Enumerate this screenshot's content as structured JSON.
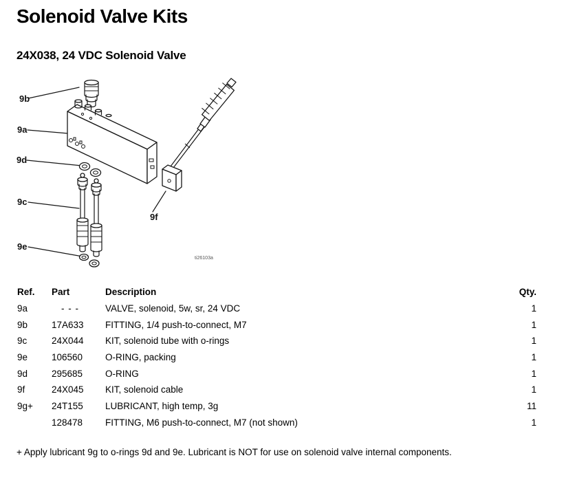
{
  "page": {
    "title": "Solenoid Valve Kits",
    "subtitle": "24X038, 24 VDC Solenoid Valve",
    "figure_id": "ti26103a",
    "footnote": "+ Apply lubricant 9g to o-rings 9d and 9e. Lubricant is NOT for use on solenoid valve internal components."
  },
  "diagram": {
    "callouts": [
      {
        "label": "9b"
      },
      {
        "label": "9a"
      },
      {
        "label": "9d"
      },
      {
        "label": "9c"
      },
      {
        "label": "9e"
      },
      {
        "label": "9f"
      }
    ]
  },
  "table": {
    "headers": {
      "ref": "Ref.",
      "part": "Part",
      "description": "Description",
      "qty": "Qty."
    },
    "rows": [
      {
        "ref": "9a",
        "part": "- - -",
        "description": "VALVE, solenoid, 5w, sr, 24 VDC",
        "qty": "1"
      },
      {
        "ref": "9b",
        "part": "17A633",
        "description": "FITTING, 1/4 push-to-connect, M7",
        "qty": "1"
      },
      {
        "ref": "9c",
        "part": "24X044",
        "description": "KIT, solenoid tube with o-rings",
        "qty": "1"
      },
      {
        "ref": "9e",
        "part": "106560",
        "description": "O-RING, packing",
        "qty": "1"
      },
      {
        "ref": "9d",
        "part": "295685",
        "description": "O-RING",
        "qty": "1"
      },
      {
        "ref": "9f",
        "part": "24X045",
        "description": "KIT, solenoid cable",
        "qty": "1"
      },
      {
        "ref": "9g+",
        "part": "24T155",
        "description": "LUBRICANT, high temp, 3g",
        "qty": "11"
      },
      {
        "ref": "",
        "part": "128478",
        "description": "FITTING, M6 push-to-connect, M7 (not shown)",
        "qty": "1"
      }
    ]
  },
  "colors": {
    "background": "#ffffff",
    "text": "#000000",
    "line": "#161616"
  }
}
